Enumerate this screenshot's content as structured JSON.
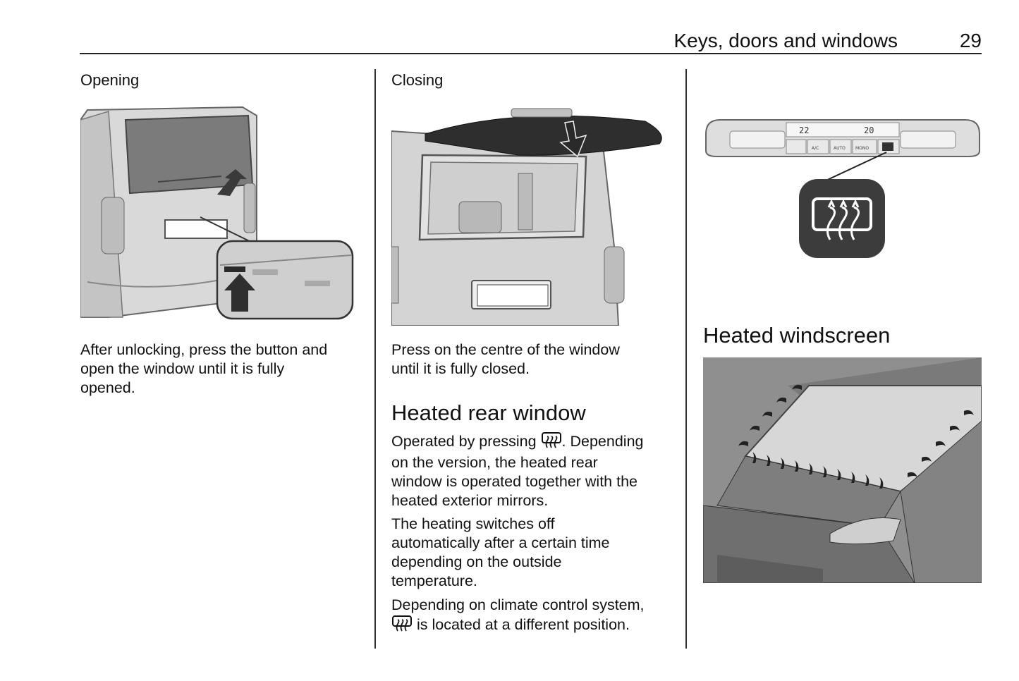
{
  "header": {
    "section_title": "Keys, doors and windows",
    "page_number": "29"
  },
  "column1": {
    "subheading": "Opening",
    "figure_icon": "van-rear-window-opening-illustration",
    "body": [
      "After unlocking, press the button and",
      "open the window until it is fully",
      "opened."
    ]
  },
  "column2": {
    "subheading": "Closing",
    "figure_icon": "van-rear-window-closing-illustration",
    "body": [
      "Press on the centre of the window",
      "until it is fully closed."
    ],
    "heated_rear_window": {
      "heading": "Heated rear window",
      "p1_line1_before": "Operated by pressing ",
      "p1_line1_after": ". Depending",
      "p1_lines": [
        "on the version, the heated rear",
        "window is operated together with the",
        "heated exterior mirrors."
      ],
      "p2_lines": [
        "The heating switches off",
        "automatically after a certain time",
        "depending on the outside",
        "temperature."
      ],
      "p3_line1": "Depending on climate control system,",
      "p3_line2_after": " is located at a different position.",
      "icon": "rear-window-heating-icon"
    }
  },
  "column3": {
    "panel": {
      "left_temp": "22",
      "right_temp": "20",
      "buttons": [
        "A/C",
        "AUTO",
        "MONO"
      ]
    },
    "callout_icon": "rear-window-heating-icon",
    "heading": "Heated windscreen",
    "figure_icon": "van-front-windscreen-heating-illustration"
  }
}
